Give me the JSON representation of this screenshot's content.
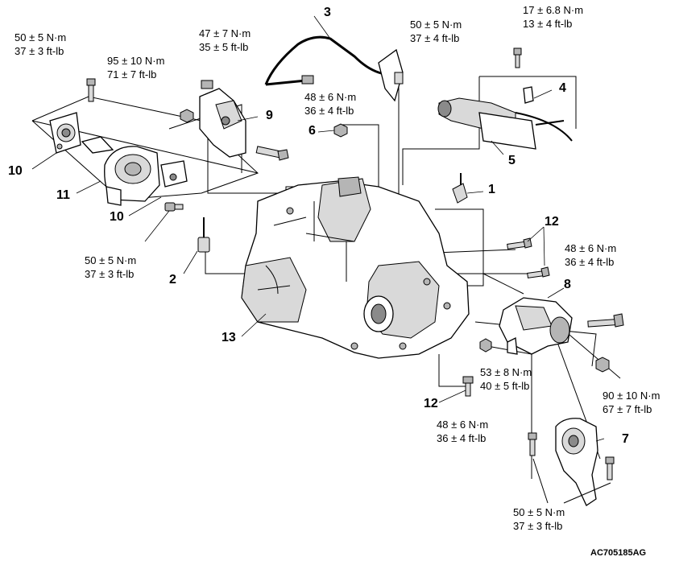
{
  "callouts": {
    "c1": "1",
    "c2": "2",
    "c3": "3",
    "c4": "4",
    "c5": "5",
    "c6": "6",
    "c7": "7",
    "c8": "8",
    "c9": "9",
    "c10a": "10",
    "c10b": "10",
    "c11": "11",
    "c12a": "12",
    "c12b": "12",
    "c13": "13"
  },
  "torques": {
    "t_top_left": {
      "nm": "50 ± 5 N·m",
      "ftlb": "37 ± 3 ft-lb"
    },
    "t_95": {
      "nm": "95 ± 10 N·m",
      "ftlb": "71 ± 7 ft-lb"
    },
    "t_47": {
      "nm": "47 ± 7 N·m",
      "ftlb": "35 ± 5 ft-lb"
    },
    "t_top_mid": {
      "nm": "50 ± 5 N·m",
      "ftlb": "37 ± 4 ft-lb"
    },
    "t_17": {
      "nm": "17 ± 6.8 N·m",
      "ftlb": "13 ± 4 ft-lb"
    },
    "t_48_left": {
      "nm": "48 ± 6 N·m",
      "ftlb": "36 ± 4 ft-lb"
    },
    "t_50_left_low": {
      "nm": "50 ± 5 N·m",
      "ftlb": "37 ± 3 ft-lb"
    },
    "t_48_right": {
      "nm": "48 ± 6 N·m",
      "ftlb": "36 ± 4 ft-lb"
    },
    "t_53": {
      "nm": "53 ± 8 N·m",
      "ftlb": "40 ± 5 ft-lb"
    },
    "t_90": {
      "nm": "90 ± 10 N·m",
      "ftlb": "67 ± 7 ft-lb"
    },
    "t_48_bottom": {
      "nm": "48 ± 6 N·m",
      "ftlb": "36 ± 4 ft-lb"
    },
    "t_50_bottom": {
      "nm": "50 ± 5 N·m",
      "ftlb": "37 ± 3 ft-lb"
    }
  },
  "reference_code": "AC705185AG"
}
